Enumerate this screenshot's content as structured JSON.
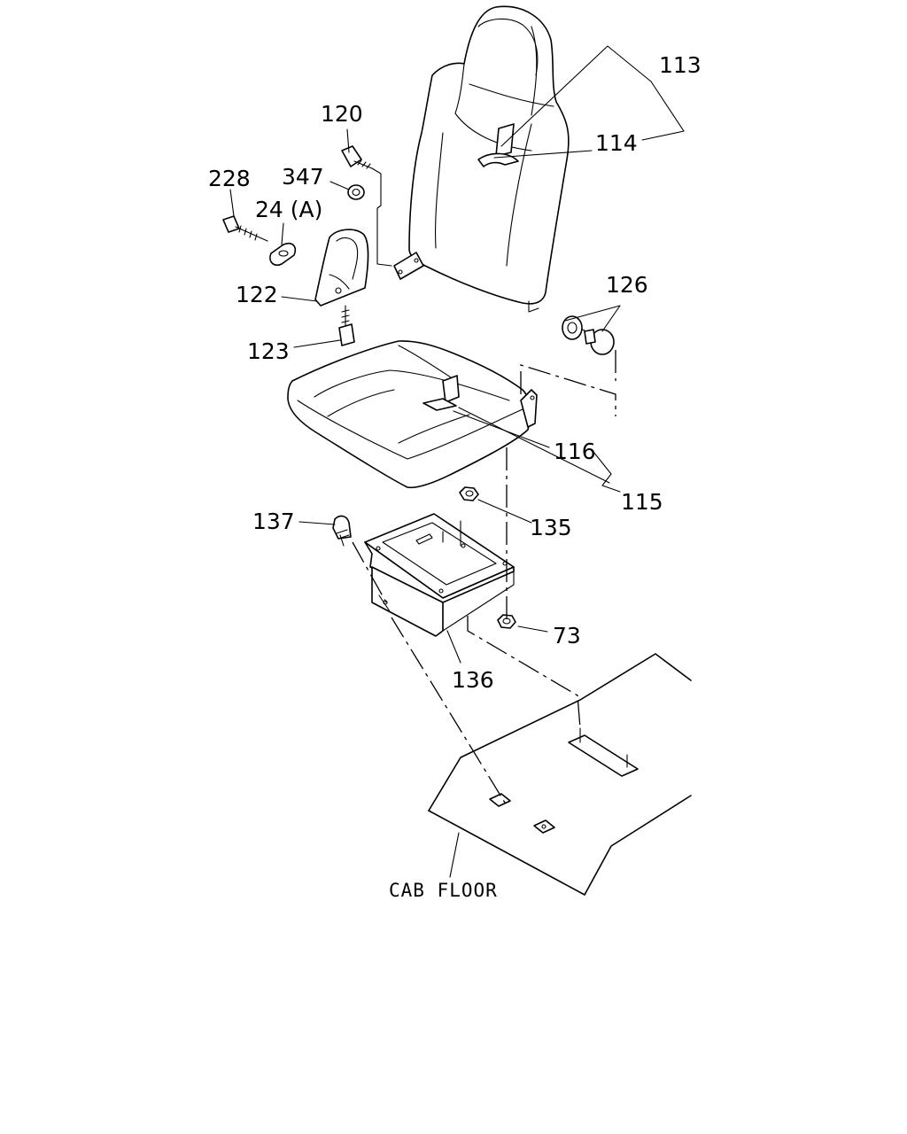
{
  "labels": {
    "p113": "113",
    "p114": "114",
    "p120": "120",
    "p347": "347",
    "p228": "228",
    "p24a": "24 (A)",
    "p122": "122",
    "p123": "123",
    "p126": "126",
    "p116": "116",
    "p115": "115",
    "p135": "135",
    "p137": "137",
    "p73": "73",
    "p136": "136",
    "cab_floor": "CAB  FLOOR"
  }
}
